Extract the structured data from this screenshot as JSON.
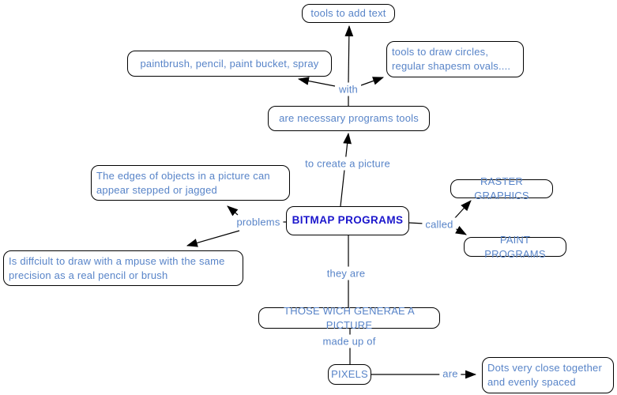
{
  "diagram": {
    "type": "concept-map",
    "background_color": "#ffffff",
    "node_text_color": "#5884c8",
    "center_node_text_color": "#1b16cc",
    "border_color": "#000000",
    "line_color": "#000000"
  },
  "nodes": {
    "tools_add_text": {
      "label": "tools to add text"
    },
    "paintbrush": {
      "label": "paintbrush, pencil, paint bucket, spray"
    },
    "draw_circles": {
      "label": "tools to draw circles,\n regular shapesm ovals...."
    },
    "necessary_tools": {
      "label": "are necessary programs tools"
    },
    "edges_jagged": {
      "label": "The edges of objects in a picture can\nappear stepped or jagged"
    },
    "bitmap_programs": {
      "label": "BITMAP PROGRAMS"
    },
    "raster_graphics": {
      "label": "RASTER GRAPHICS"
    },
    "paint_programs": {
      "label": "PAINT PROGRAMS"
    },
    "difficult_draw": {
      "label": "Is diffciult to draw with a mpuse with the same\nprecision as a real pencil or brush"
    },
    "those_which": {
      "label": "THOSE WICH GENERAE A PICTURE"
    },
    "pixels": {
      "label": "PIXELS"
    },
    "dots": {
      "label": "Dots very close together\nand evenly spaced"
    }
  },
  "linking_phrases": {
    "with": "with",
    "to_create": "to create a picture",
    "problems": "problems",
    "called": "called",
    "they_are": "they are",
    "made_up_of": "made up of",
    "are": "are"
  }
}
